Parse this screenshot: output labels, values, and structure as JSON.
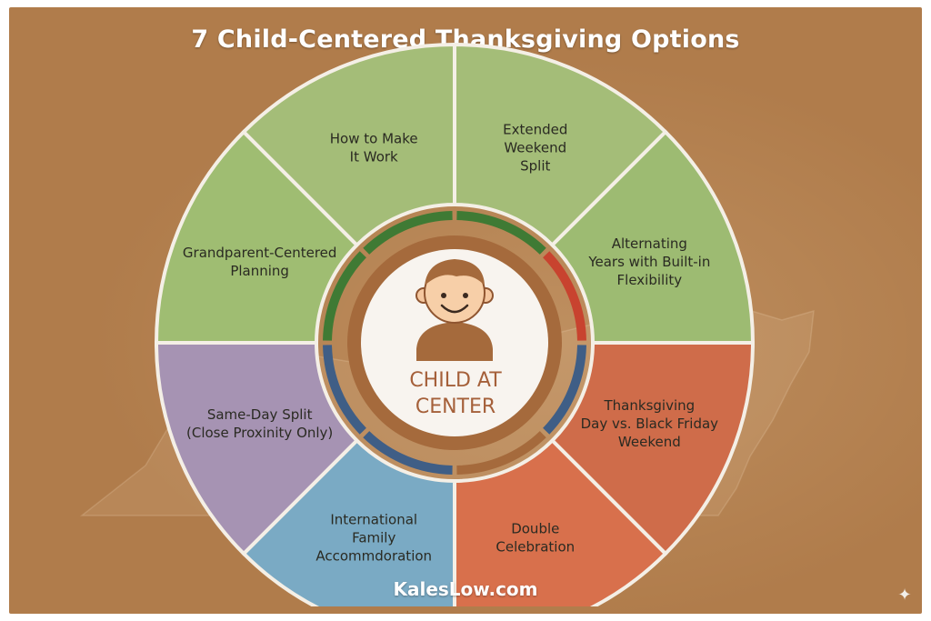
{
  "title": "7 Child-Centered Thanksgiving Options",
  "center": {
    "line1": "CHILD AT",
    "line2": "CENTER",
    "icon": "child-icon"
  },
  "segments": [
    {
      "lines": [
        "Extended",
        "Weekend",
        "Split"
      ],
      "color": "#a4bd78"
    },
    {
      "lines": [
        "Alternating",
        "Years with Built-in",
        "Flexibility"
      ],
      "color": "#9dbb72"
    },
    {
      "lines": [
        "Thanksgiving",
        "Day vs. Black Friday",
        "Weekend"
      ],
      "color": "#cf6c4a"
    },
    {
      "lines": [
        "Double",
        "Celebration"
      ],
      "color": "#d8704c"
    },
    {
      "lines": [
        "International",
        "Family",
        "Accommdoration"
      ],
      "color": "#7aaac4"
    },
    {
      "lines": [
        "Same-Day Split",
        "(Close Proxinity Only)"
      ],
      "color": "#a693b3"
    },
    {
      "lines": [
        "Grandparent-Centered",
        "Planning"
      ],
      "color": "#9fbd72"
    },
    {
      "lines": [
        "How to Make",
        "It Work"
      ],
      "color": "#a4bd78"
    }
  ],
  "footer": "KalesLow.com",
  "sparkle_icon": "sparkle-icon",
  "colors": {
    "background": "#b07c4b",
    "ring_brown": "#a56a3c",
    "ring_green": "#3f7a34",
    "ring_red": "#c8432f",
    "ring_blue": "#3f5e86"
  }
}
